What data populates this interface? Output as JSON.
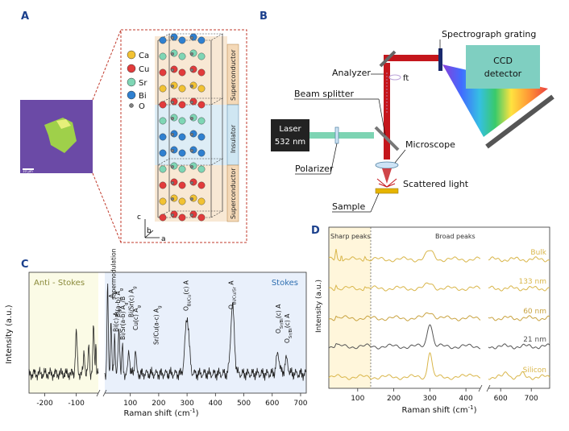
{
  "colors": {
    "panel_label": "#1a3f8c",
    "ca": "#f2c233",
    "cu": "#e23b3b",
    "sr": "#7fd6b5",
    "bi": "#2f80d0",
    "o": "#808080",
    "superconductor_band": "#f4d9b8",
    "insulator_band": "#cfe6f2",
    "laser_beam": "#c4161c",
    "laser_green": "#5cc9a0",
    "ccd_box": "#7fcfc1",
    "stokes_bg": "#e9f0fb",
    "antistokes_bg": "#fbfbe6",
    "d_bg": "#fff9ea",
    "trace_gold": "#d9b64a",
    "trace_dark": "#555555"
  },
  "panel_a": {
    "label": "A",
    "scale_bar": "10 μm",
    "legend": [
      {
        "el": "Ca",
        "color": "#f2c233"
      },
      {
        "el": "Cu",
        "color": "#e23b3b"
      },
      {
        "el": "Sr",
        "color": "#7fd6b5"
      },
      {
        "el": "Bi",
        "color": "#2f80d0"
      },
      {
        "el": "O",
        "color": "#808080"
      }
    ],
    "layers": [
      "Superconductor",
      "Insulator",
      "Superconductor"
    ],
    "axes": {
      "c": "c",
      "b": "b",
      "a": "a"
    }
  },
  "panel_b": {
    "label": "B",
    "laser": [
      "Laser",
      "532 nm"
    ],
    "ccd": [
      "CCD",
      "detector"
    ],
    "labels": {
      "grating": "Spectrograph grating",
      "analyzer": "Analyzer",
      "ft": "ft",
      "beam_splitter": "Beam splitter",
      "microscope": "Microscope",
      "polarizer": "Polarizer",
      "scattered": "Scattered light",
      "sample": "Sample"
    }
  },
  "panel_c": {
    "label": "C",
    "region_left": "Anti - Stokes",
    "region_right": "Stokes",
    "peaks": [
      {
        "text": "A",
        "sub": "g",
        "suffix": "",
        "x": 33,
        "top": 64
      },
      {
        "text": "supermodulation",
        "sub": "",
        "suffix": "",
        "x": 40,
        "top": 62
      },
      {
        "text": "Bi(a-b) A",
        "sub": "g",
        "suffix": "",
        "x": 56,
        "top": 40
      },
      {
        "text": "Bi(c) A",
        "sub": "g",
        "suffix": "",
        "x": 48,
        "top": 22
      },
      {
        "text": "Bi/Sr(a-b) A",
        "sub": "g",
        "suffix": "/B",
        "x": 73,
        "top": 12
      },
      {
        "text": "Bi/Sr(c) A",
        "sub": "g",
        "suffix": "",
        "x": 102,
        "top": 40
      },
      {
        "text": "Cu(c) A",
        "sub": "g",
        "suffix": "",
        "x": 118,
        "top": 24
      },
      {
        "text": "Sr/Cu(a-c) A",
        "sub": "g",
        "suffix": "",
        "x": 191,
        "top": 6
      },
      {
        "text": "O",
        "sub": "Bi/Cu",
        "suffix": "(c) A",
        "x": 295,
        "top": 48
      },
      {
        "text": "O",
        "sub": "Bi/Cu/Sr",
        "suffix": " A",
        "x": 455,
        "top": 50
      },
      {
        "text": "O",
        "sub": "Sr/Bi",
        "suffix": "(c) A",
        "x": 620,
        "top": 20
      },
      {
        "text": "O",
        "sub": "Sr/Bi",
        "suffix": "(c) A",
        "x": 652,
        "top": 8
      }
    ],
    "xlabel": "Raman shift (cm",
    "xlabel_sup": "-1",
    "ylabel": "Intensity (a.u.)",
    "xticks": [
      -200,
      -100,
      300,
      400,
      500,
      600,
      700
    ],
    "xticks_inner": [
      100,
      200
    ],
    "xlim_left": [
      -250,
      -30
    ],
    "xlim_right": [
      10,
      720
    ]
  },
  "panel_d": {
    "label": "D",
    "region_left": "Sharp peaks",
    "region_right": "Broad peaks",
    "traces": [
      {
        "name": "Bulk",
        "color": "#d9b64a"
      },
      {
        "name": "133 nm",
        "color": "#d9b64a"
      },
      {
        "name": "60 nm",
        "color": "#c9a340"
      },
      {
        "name": "21 nm",
        "color": "#555555"
      },
      {
        "name": "Silicon",
        "color": "#d9b64a"
      }
    ],
    "xlabel": "Raman shift (cm",
    "xlabel_sup": "-1",
    "ylabel": "Intensity (a.u.)",
    "xticks": [
      "100",
      "200",
      "300",
      "400",
      "600",
      "700"
    ]
  }
}
